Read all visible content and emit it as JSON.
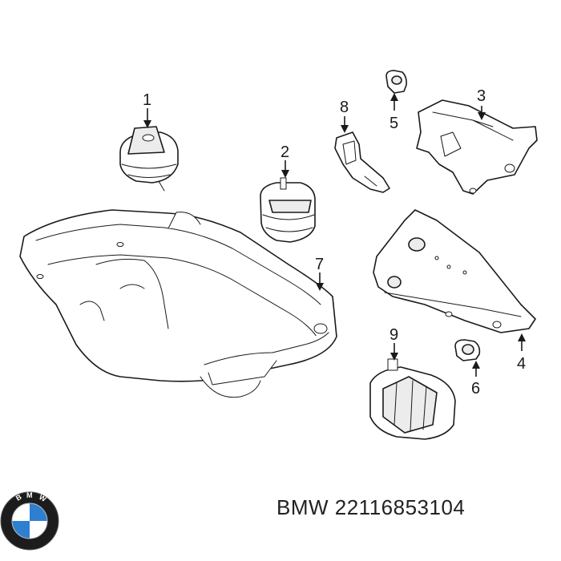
{
  "callouts": [
    {
      "number": "1"
    },
    {
      "number": "2"
    },
    {
      "number": "3"
    },
    {
      "number": "4"
    },
    {
      "number": "5"
    },
    {
      "number": "6"
    },
    {
      "number": "7"
    },
    {
      "number": "8"
    },
    {
      "number": "9"
    }
  ],
  "brand": {
    "logo_icon": "bmw-roundel-icon",
    "logo_letters": "BMW",
    "caption": "BMW 22116853104",
    "colors": {
      "blue": "#2f7fd0",
      "ring": "#1c1c1c",
      "white": "#ffffff"
    }
  }
}
